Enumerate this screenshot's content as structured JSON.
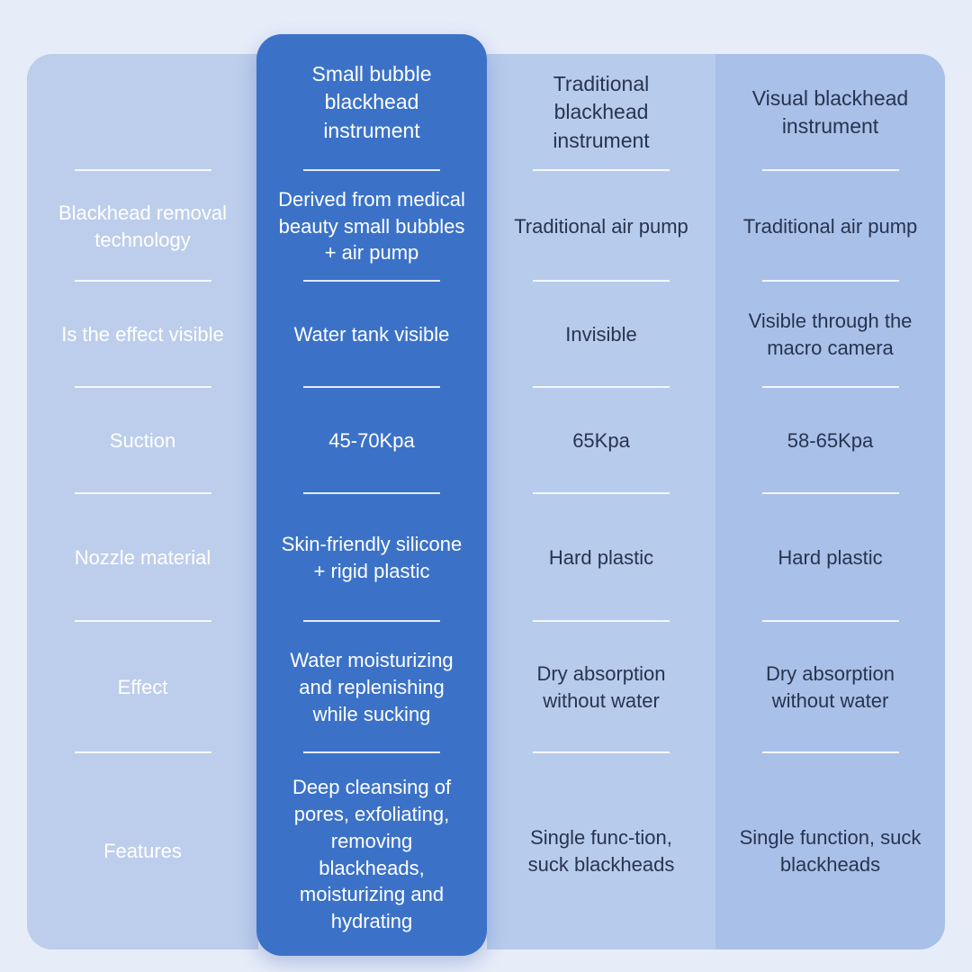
{
  "colors": {
    "page_bg": "#e7ecf9",
    "labels_col_bg": "#bdceec",
    "highlight_col_bg": "#3b72c8",
    "trad_col_bg": "#b7cbec",
    "visual_col_bg": "#a9c0e8",
    "light_text": "#ffffff",
    "dark_text": "#273450",
    "divider": "rgba(255,255,255,0.85)"
  },
  "table": {
    "row_labels": [
      "Blackhead removal technology",
      "Is the effect visible",
      "Suction",
      "Nozzle material",
      "Effect",
      "Features"
    ],
    "columns": [
      {
        "header": "Small bubble blackhead instrument",
        "rows": [
          "Derived from medical beauty small bubbles + air pump",
          "Water tank visible",
          "45-70Kpa",
          "Skin-friendly silicone + rigid plastic",
          "Water moisturizing and replenishing while sucking",
          "Deep cleansing of pores, exfoliating, removing blackheads, moisturizing and hydrating"
        ]
      },
      {
        "header": "Traditional blackhead instrument",
        "rows": [
          "Traditional air pump",
          "Invisible",
          "65Kpa",
          "Hard plastic",
          "Dry absorption without water",
          "Single func-tion, suck blackheads"
        ]
      },
      {
        "header": "Visual blackhead instrument",
        "rows": [
          "Traditional air pump",
          "Visible through the macro camera",
          "58-65Kpa",
          "Hard plastic",
          "Dry absorption without water",
          "Single function, suck blackheads"
        ]
      }
    ]
  },
  "chart_data": {
    "type": "table",
    "columns": [
      "",
      "Small bubble blackhead instrument",
      "Traditional blackhead instrument",
      "Visual blackhead instrument"
    ],
    "rows": [
      [
        "Blackhead removal technology",
        "Derived from medical beauty small bubbles + air pump",
        "Traditional air pump",
        "Traditional air pump"
      ],
      [
        "Is the effect visible",
        "Water tank visible",
        "Invisible",
        "Visible through the macro camera"
      ],
      [
        "Suction",
        "45-70Kpa",
        "65Kpa",
        "58-65Kpa"
      ],
      [
        "Nozzle material",
        "Skin-friendly silicone + rigid plastic",
        "Hard plastic",
        "Hard plastic"
      ],
      [
        "Effect",
        "Water moisturizing and replenishing while sucking",
        "Dry absorption without water",
        "Dry absorption without water"
      ],
      [
        "Features",
        "Deep cleansing of pores, exfoliating, removing blackheads, moisturizing and hydrating",
        "Single func-tion, suck blackheads",
        "Single function, suck blackheads"
      ]
    ]
  }
}
